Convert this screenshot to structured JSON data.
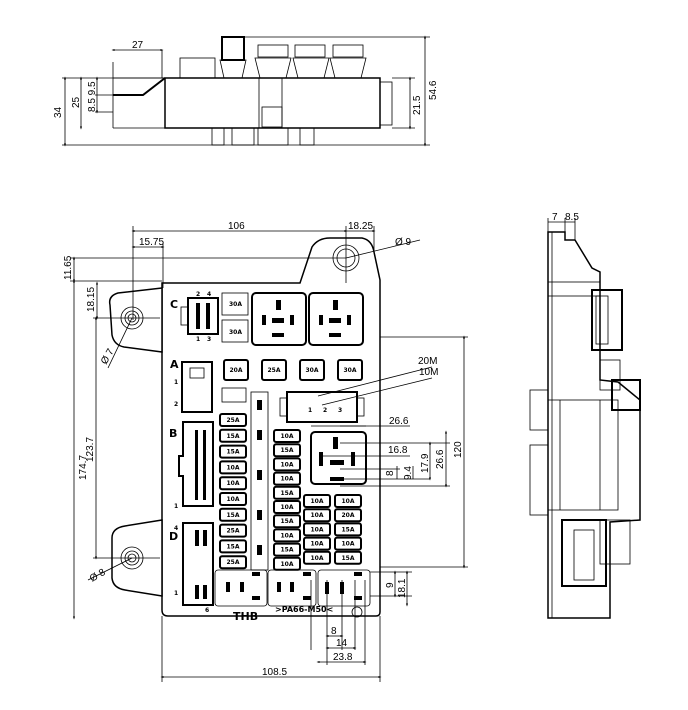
{
  "top_view": {
    "dims": {
      "d27": "27",
      "d25": "25",
      "d8595": "8.5 9.5",
      "d34": "34",
      "d215": "21.5",
      "d546": "54.6"
    }
  },
  "front_view": {
    "dims": {
      "d106": "106",
      "d1825": "18.25",
      "d1575": "15.75",
      "d1165": "11.65",
      "d1815": "18.15",
      "d1747": "174.7",
      "d1237": "123.7",
      "phi9": "Ø 9",
      "phi7": "Ø 7",
      "phi8": "Ø 8",
      "d120": "120",
      "d20m": "20M",
      "d10m": "10M",
      "d266a": "26.6",
      "d168": "16.8",
      "d266b": "26.6",
      "d179": "17.9",
      "d8a": "8",
      "d94": "9.4",
      "d9": "9",
      "d181": "18.1",
      "d8b": "8",
      "d14": "14",
      "d238": "23.8",
      "d1085": "108.5"
    },
    "connector_labels": {
      "c": "C",
      "a": "A",
      "b": "B",
      "d": "D"
    },
    "pin_numbers": {
      "c2": "2",
      "c4": "4",
      "c1": "1",
      "c3": "3",
      "a1": "1",
      "a2": "2",
      "b1": "1",
      "d4": "4",
      "d1": "1",
      "d6": "6",
      "r1": "1",
      "r2": "2",
      "r3": "3"
    },
    "relay_fuses": [
      "30A",
      "30A"
    ],
    "top_fuses": [
      "20A",
      "25A",
      "30A",
      "30A"
    ],
    "fuse_col1": [
      "25A",
      "15A",
      "15A",
      "10A",
      "10A",
      "10A",
      "15A",
      "25A",
      "15A",
      "25A"
    ],
    "fuse_col2": [
      "10A",
      "15A",
      "10A",
      "10A",
      "15A",
      "10A",
      "15A",
      "10A",
      "15A",
      "10A"
    ],
    "fuse_col3": [
      "10A",
      "10A",
      "10A",
      "10A",
      "10A"
    ],
    "fuse_col4": [
      "10A",
      "20A",
      "15A",
      "10A",
      "15A"
    ],
    "maker_mark": "THB",
    "part_mark": ">PA66-M50<"
  },
  "side_view": {
    "dims": {
      "d7": "7",
      "d85": "8.5"
    }
  }
}
